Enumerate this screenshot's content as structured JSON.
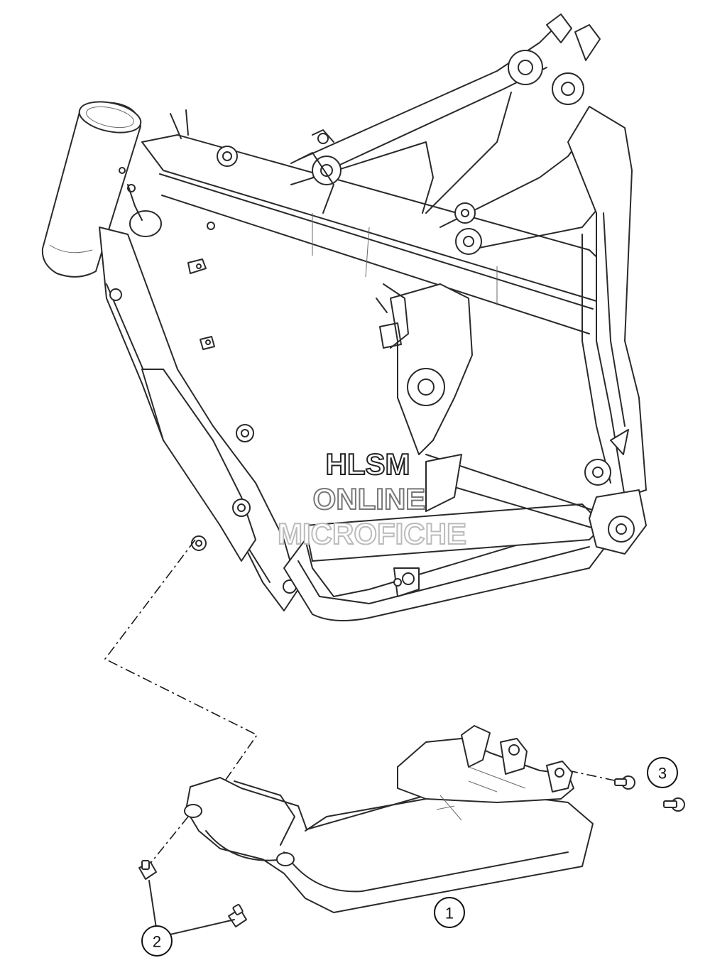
{
  "watermark": {
    "line1": "HLSM",
    "line2": "ONLINE",
    "line3": "MICROFICHE"
  },
  "callouts": [
    {
      "id": "1",
      "label": "1"
    },
    {
      "id": "2",
      "label": "2"
    },
    {
      "id": "3",
      "label": "3"
    }
  ]
}
